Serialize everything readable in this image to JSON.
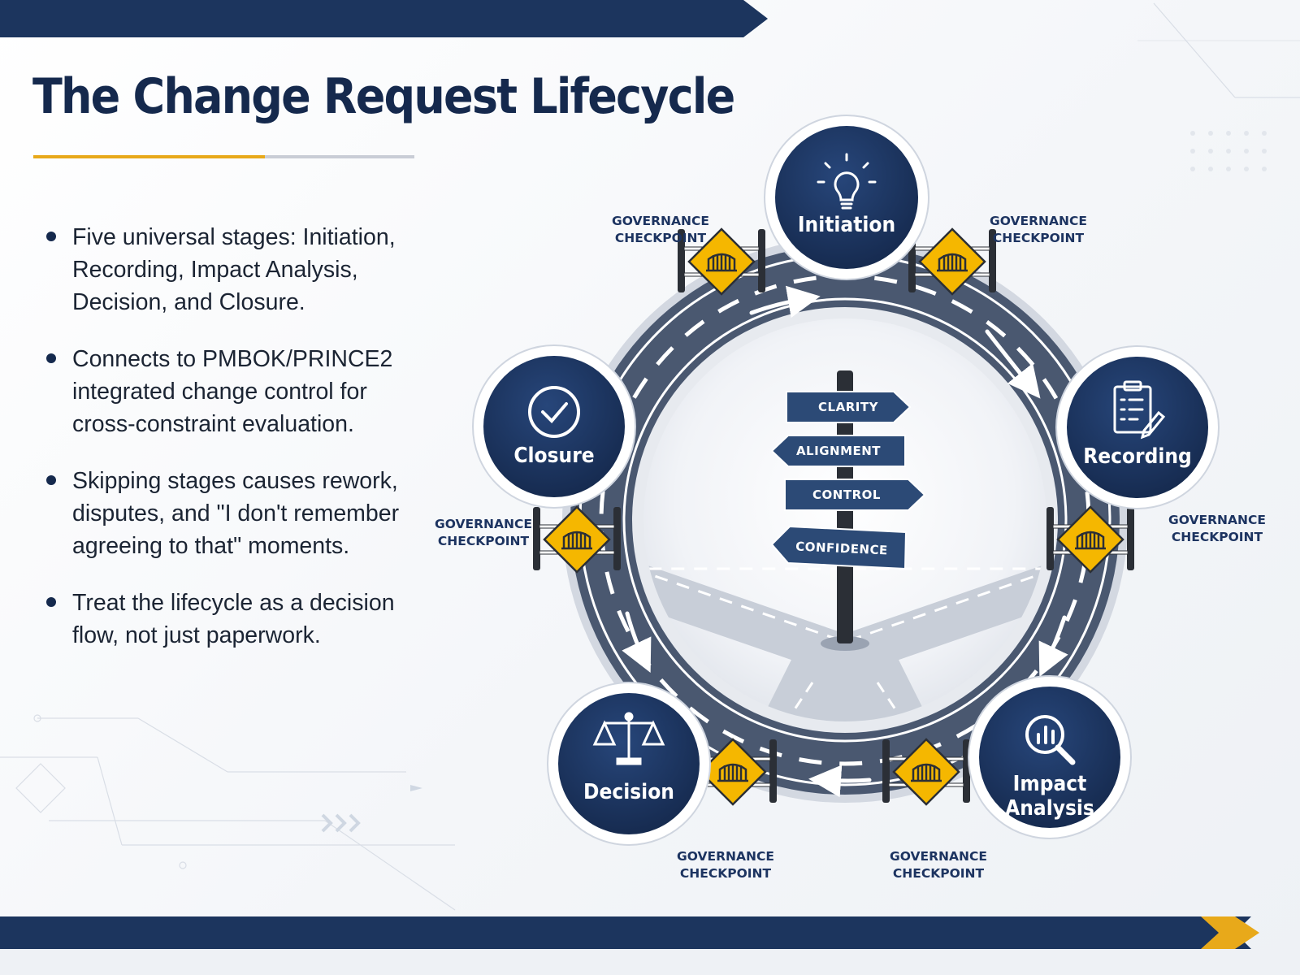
{
  "title": "The Change Request Lifecycle",
  "bullets": [
    "Five universal stages: Initiation, Recording, Impact Analysis, Decision, and Closure.",
    "Connects to PMBOK/PRINCE2 integrated change control for cross-constraint evaluation.",
    "Skipping stages causes rework, disputes, and \"I don't remember agreeing to that\" moments.",
    "Treat the lifecycle as a decision flow, not just paperwork."
  ],
  "stages": {
    "initiation": {
      "label": "Initiation",
      "icon": "lightbulb-icon"
    },
    "recording": {
      "label": "Recording",
      "icon": "clipboard-pencil-icon"
    },
    "impact": {
      "line1": "Impact",
      "line2": "Analysis",
      "icon": "magnifier-chart-icon"
    },
    "decision": {
      "label": "Decision",
      "icon": "scales-icon"
    },
    "closure": {
      "label": "Closure",
      "icon": "checkmark-icon"
    }
  },
  "checkpoint": {
    "line1": "GOVERNANCE",
    "line2": "CHECKPOINT",
    "icon": "gate-warning-sign-icon"
  },
  "signpost": [
    "CLARITY",
    "ALIGNMENT",
    "CONTROL",
    "CONFIDENCE"
  ],
  "colors": {
    "navy": "#1c355e",
    "accent": "#e8a91a",
    "road": "#4a5870",
    "sign": "#f5b700"
  }
}
